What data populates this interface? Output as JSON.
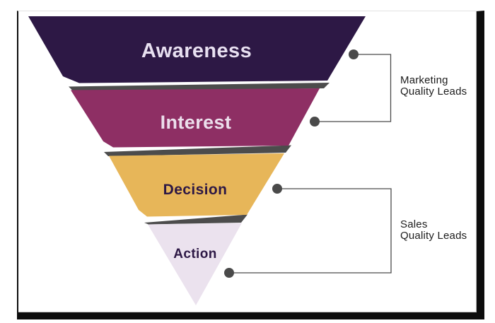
{
  "frame": {
    "background": "#ffffff",
    "border_color": "#0d0d0d"
  },
  "funnel": {
    "type": "inverted-funnel",
    "stages": [
      {
        "label": "Awareness",
        "color": "#2d1845",
        "label_color": "#e8e0f1"
      },
      {
        "label": "Interest",
        "color": "#8e2f64",
        "label_color": "#ecdfec"
      },
      {
        "label": "Decision",
        "color": "#e7b659",
        "label_color": "#2d1845"
      },
      {
        "label": "Action",
        "color": "#ebe2ee",
        "label_color": "#2d1845"
      }
    ],
    "separator_color": "#4c4c4c",
    "connector_color": "#4a4a4a",
    "callout_text_color": "#1c1c1c",
    "callouts": [
      {
        "line1": "Marketing",
        "line2": "Quality Leads"
      },
      {
        "line1": "Sales",
        "line2": "Quality Leads"
      }
    ]
  }
}
